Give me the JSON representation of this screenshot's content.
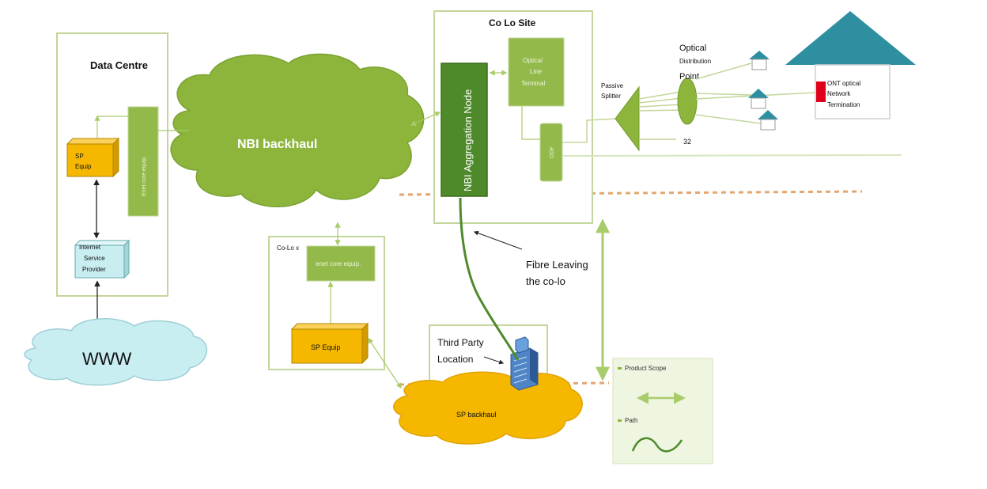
{
  "data_centre": {
    "title": "Data Centre",
    "core_equip": "Enet core equip.",
    "sp_equip": [
      "SP",
      "Equip"
    ],
    "isp": [
      "Internet",
      "Service",
      "Provider"
    ]
  },
  "www": "WWW",
  "nbi_backhaul": "NBI backhaul",
  "co_lo_site": {
    "title": "Co Lo Site",
    "aggregation_node": "NBI Aggregation Node",
    "olt": [
      "Optical",
      "Line",
      "Terminal"
    ],
    "odf": "ODF"
  },
  "co_lo_x": {
    "title": "Co-Lo x",
    "core_equip": "enet core equip.",
    "sp_equip": "SP  Equip"
  },
  "splitter": {
    "label": [
      "Passive",
      "Splitter"
    ],
    "count": "32"
  },
  "odp": {
    "label": [
      "Optical",
      "Distribution",
      "Point"
    ]
  },
  "ont": [
    "ONT optical",
    "Network",
    "Termination"
  ],
  "fibre_label": [
    "Fibre Leaving",
    "the co-lo"
  ],
  "third_party": [
    "Third Party",
    "Location"
  ],
  "sp_backhaul": "SP backhaul",
  "legend": {
    "product_scope": "Product Scope",
    "path": "Path"
  },
  "colors": {
    "green": "#8db53c",
    "dark_green": "#4e8a2a",
    "yellow": "#f5b700",
    "light_blue": "#c9eef2",
    "teal": "#2e8fa0",
    "red": "#e0001b",
    "dashed": "#e3a671"
  }
}
